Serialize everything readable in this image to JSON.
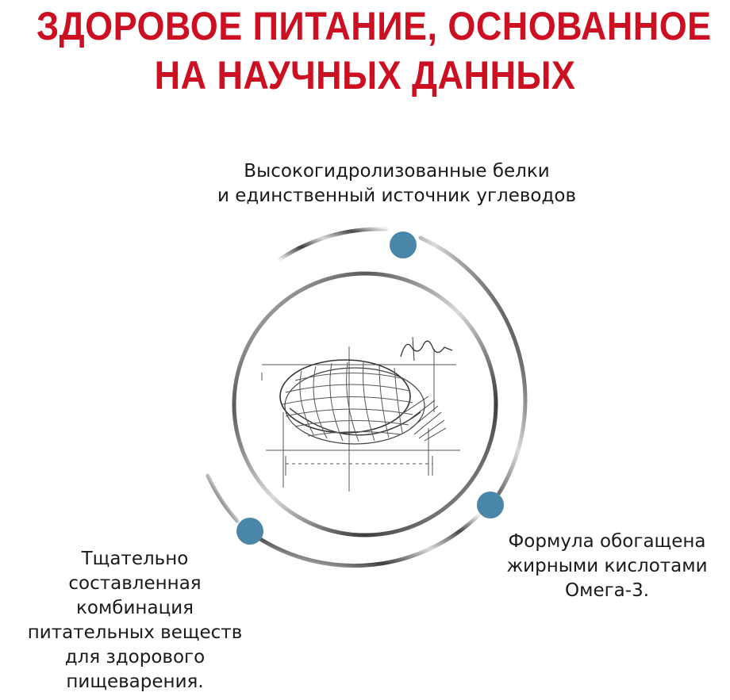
{
  "title": {
    "line1": "ЗДОРОВОЕ ПИТАНИЕ, ОСНОВАННОЕ",
    "line2": "НА НАУЧНЫХ ДАННЫХ",
    "color": "#cc1021"
  },
  "features": {
    "top": {
      "lines": [
        "Высокогидролизованные белки",
        "и единственный источник углеводов"
      ]
    },
    "right": {
      "lines": [
        "Формула обогащена",
        "жирными кислотами",
        "Омега-3."
      ]
    },
    "left": {
      "lines": [
        "Тщательно",
        "составленная",
        "комбинация",
        "питательных веществ",
        "для здорового",
        "пищеварения."
      ]
    }
  },
  "colors": {
    "accent_dot": "#4a86a8",
    "ring_dark": "#3a3a3a",
    "ring_light": "#e6e6e6",
    "text": "#1a1a1a"
  },
  "icons": {
    "center": "kibble-sketch-icon"
  }
}
